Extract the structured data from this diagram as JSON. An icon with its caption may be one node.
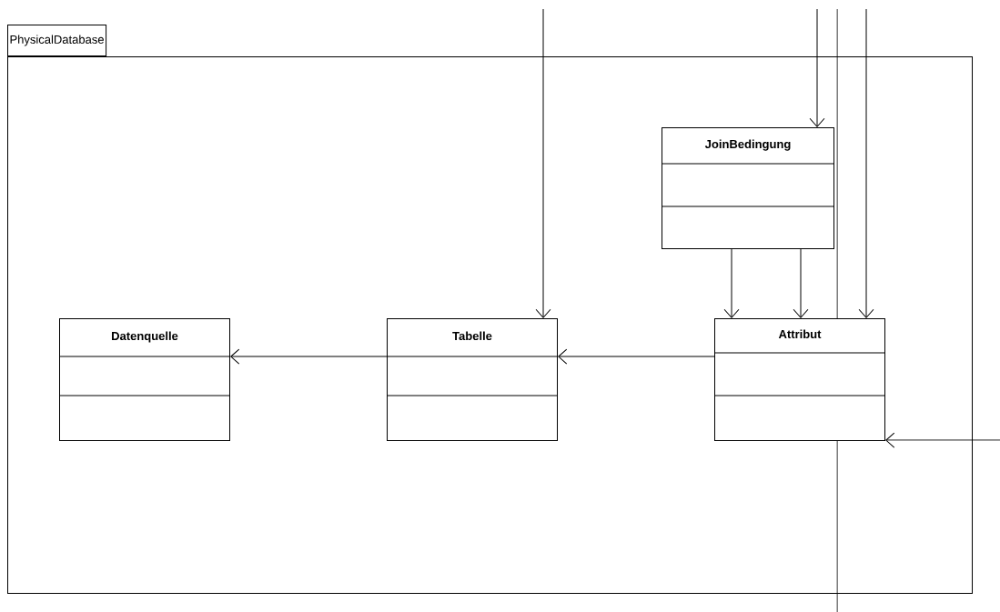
{
  "diagram": {
    "nodes": [
      {
        "text": [
          "PhysicalDatabase"
        ]
      },
      {
        "text": [
          "JoinBedingung"
        ],
        "in": 0
      },
      {
        "text": [
          "Datenquelle"
        ],
        "in": 0
      },
      {
        "text": [
          "Tabelle"
        ],
        "in": 0
      },
      {
        "text": [
          "Attribut"
        ],
        "in": 0
      }
    ],
    "edges": [
      {
        "from": null,
        "to": 3,
        "arrow": "to"
      },
      {
        "from": null,
        "to": 1,
        "arrow": "to"
      },
      {
        "from": null,
        "to": 4,
        "arrow": "to"
      },
      {
        "from": 1,
        "to": 4,
        "arrow": "to"
      },
      {
        "from": 1,
        "to": 4,
        "arrow": "to"
      },
      {
        "from": 3,
        "to": 2,
        "arrow": "to"
      },
      {
        "from": 4,
        "to": 3,
        "arrow": "to"
      },
      {
        "from": null,
        "to": 4,
        "arrow": "to"
      }
    ]
  }
}
